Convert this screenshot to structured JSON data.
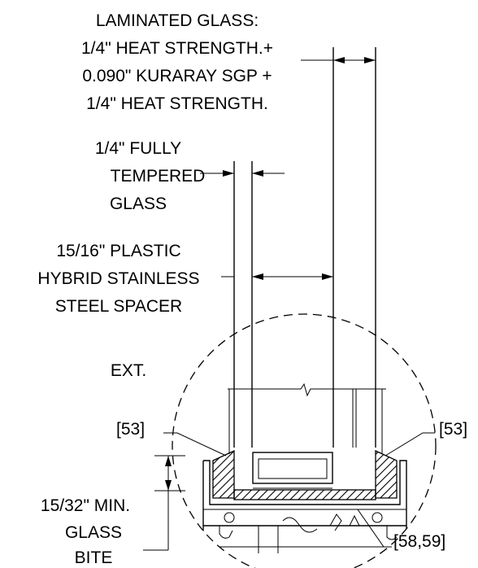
{
  "labels": {
    "laminated": [
      "LAMINATED GLASS:",
      "1/4\" HEAT STRENGTH.+",
      "0.090\" KURARAY SGP +",
      "1/4\" HEAT STRENGTH."
    ],
    "tempered": [
      "1/4\" FULLY",
      "TEMPERED",
      "GLASS"
    ],
    "spacer": [
      "15/16\" PLASTIC",
      "HYBRID STAINLESS",
      "STEEL SPACER"
    ],
    "ext": "EXT.",
    "ref_left": "[53]",
    "ref_right": "[53]",
    "bite": [
      "15/32\" MIN.",
      "GLASS",
      "BITE"
    ],
    "ref_setting": "[58,59]"
  }
}
